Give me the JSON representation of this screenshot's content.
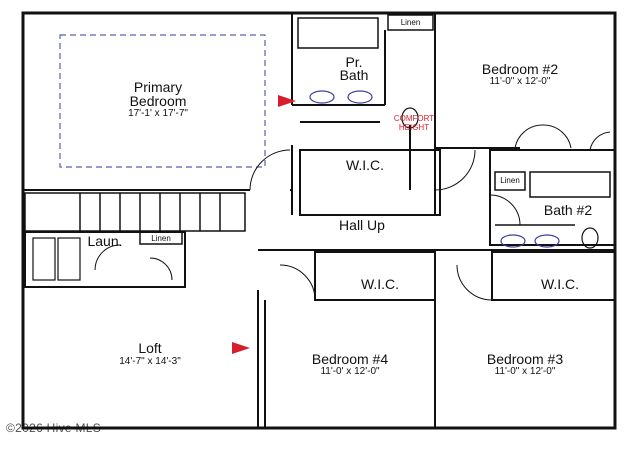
{
  "rooms": {
    "primary_bedroom": {
      "name_line1": "Primary",
      "name_line2": "Bedroom",
      "size": "17'-1' x 17'-7\""
    },
    "primary_bath": {
      "name_line1": "Pr.",
      "name_line2": "Bath"
    },
    "linen_top": "Linen",
    "bedroom2": {
      "name": "Bedroom #2",
      "size": "11'-0\" x 12'-0\""
    },
    "comfort_height": {
      "line1": "COMFORT",
      "line2": "HEIGHT"
    },
    "wic_primary": "W.I.C.",
    "linen_bath2": "Linen",
    "bath2": "Bath #2",
    "hall": "Hall Up",
    "laundry": "Laun.",
    "linen_laundry": "Linen",
    "wic_bed4": "W.I.C.",
    "wic_bed3": "W.I.C.",
    "loft": {
      "name": "Loft",
      "size": "14'-7\" x 14'-3\""
    },
    "bedroom4": {
      "name": "Bedroom #4",
      "size": "11'-0' x 12'-0\""
    },
    "bedroom3": {
      "name": "Bedroom #3",
      "size": "11'-0\" x 12'-0\""
    }
  },
  "watermark": "©2026 Hive MLS",
  "colors": {
    "wall": "#111111",
    "tray_ceiling": "#5a5fb0",
    "marker": "#d81e2c",
    "fixture": "#3a3fa0"
  }
}
